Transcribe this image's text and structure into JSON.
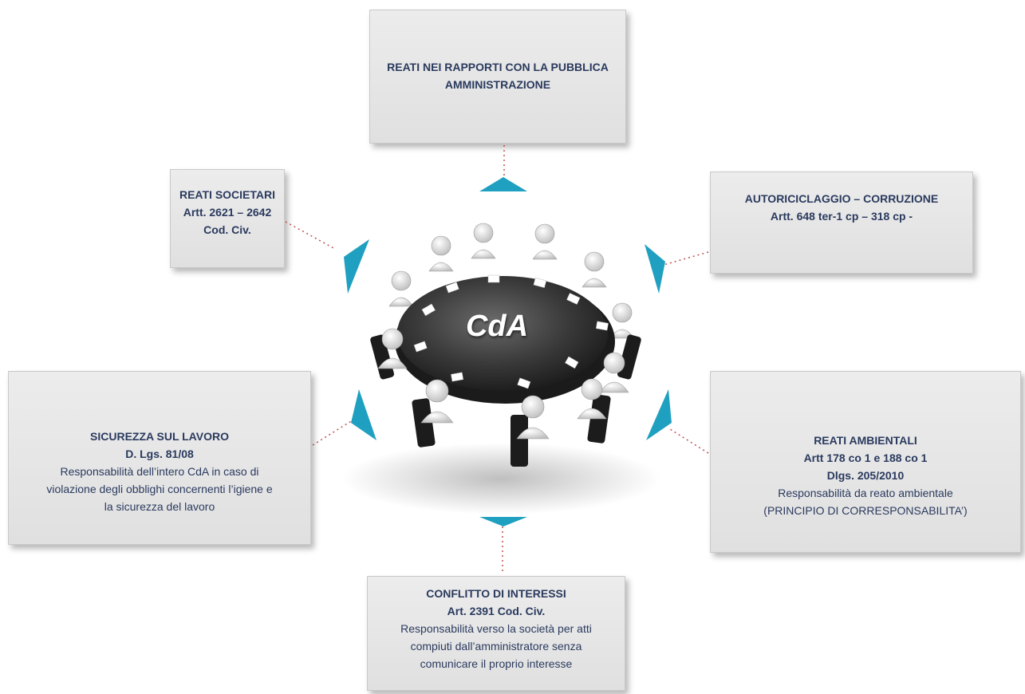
{
  "center": {
    "label": "CdA"
  },
  "boxes": {
    "top": {
      "line1": "REATI NEI RAPPORTI  CON LA PUBBLICA",
      "line2": "AMMINISTRAZIONE"
    },
    "upper_left": {
      "line1": "REATI SOCIETARI",
      "line2": "Artt. 2621 – 2642 Cod. Civ."
    },
    "upper_right": {
      "line1": "AUTORICICLAGGIO – CORRUZIONE",
      "line2": "Artt. 648 ter-1 cp – 318 cp -"
    },
    "lower_left": {
      "line1": "SICUREZZA SUL LAVORO",
      "line2": "D. Lgs. 81/08",
      "line3": "Responsabilità dell’intero CdA  in caso di",
      "line4": "violazione degli obblighi concernenti l’igiene e",
      "line5": "la sicurezza del lavoro"
    },
    "lower_right": {
      "line1": "REATI AMBIENTALI",
      "line2": "Artt 178 co 1 e 188 co 1",
      "line3": "Dlgs. 205/2010",
      "line4": "Responsabilità da reato ambientale",
      "line5": "(PRINCIPIO DI CORRESPONSABILITA’)"
    },
    "bottom": {
      "line1": "CONFLITTO DI INTERESSI",
      "line2": "Art. 2391 Cod. Civ.",
      "line3": "Responsabilità verso la società per atti",
      "line4": "compiuti dall’amministratore  senza",
      "line5": "comunicare il proprio interesse"
    }
  },
  "colors": {
    "arrow": "#1fa0c0",
    "connector": "#c0504d",
    "box_text": "#2a3a5e"
  }
}
